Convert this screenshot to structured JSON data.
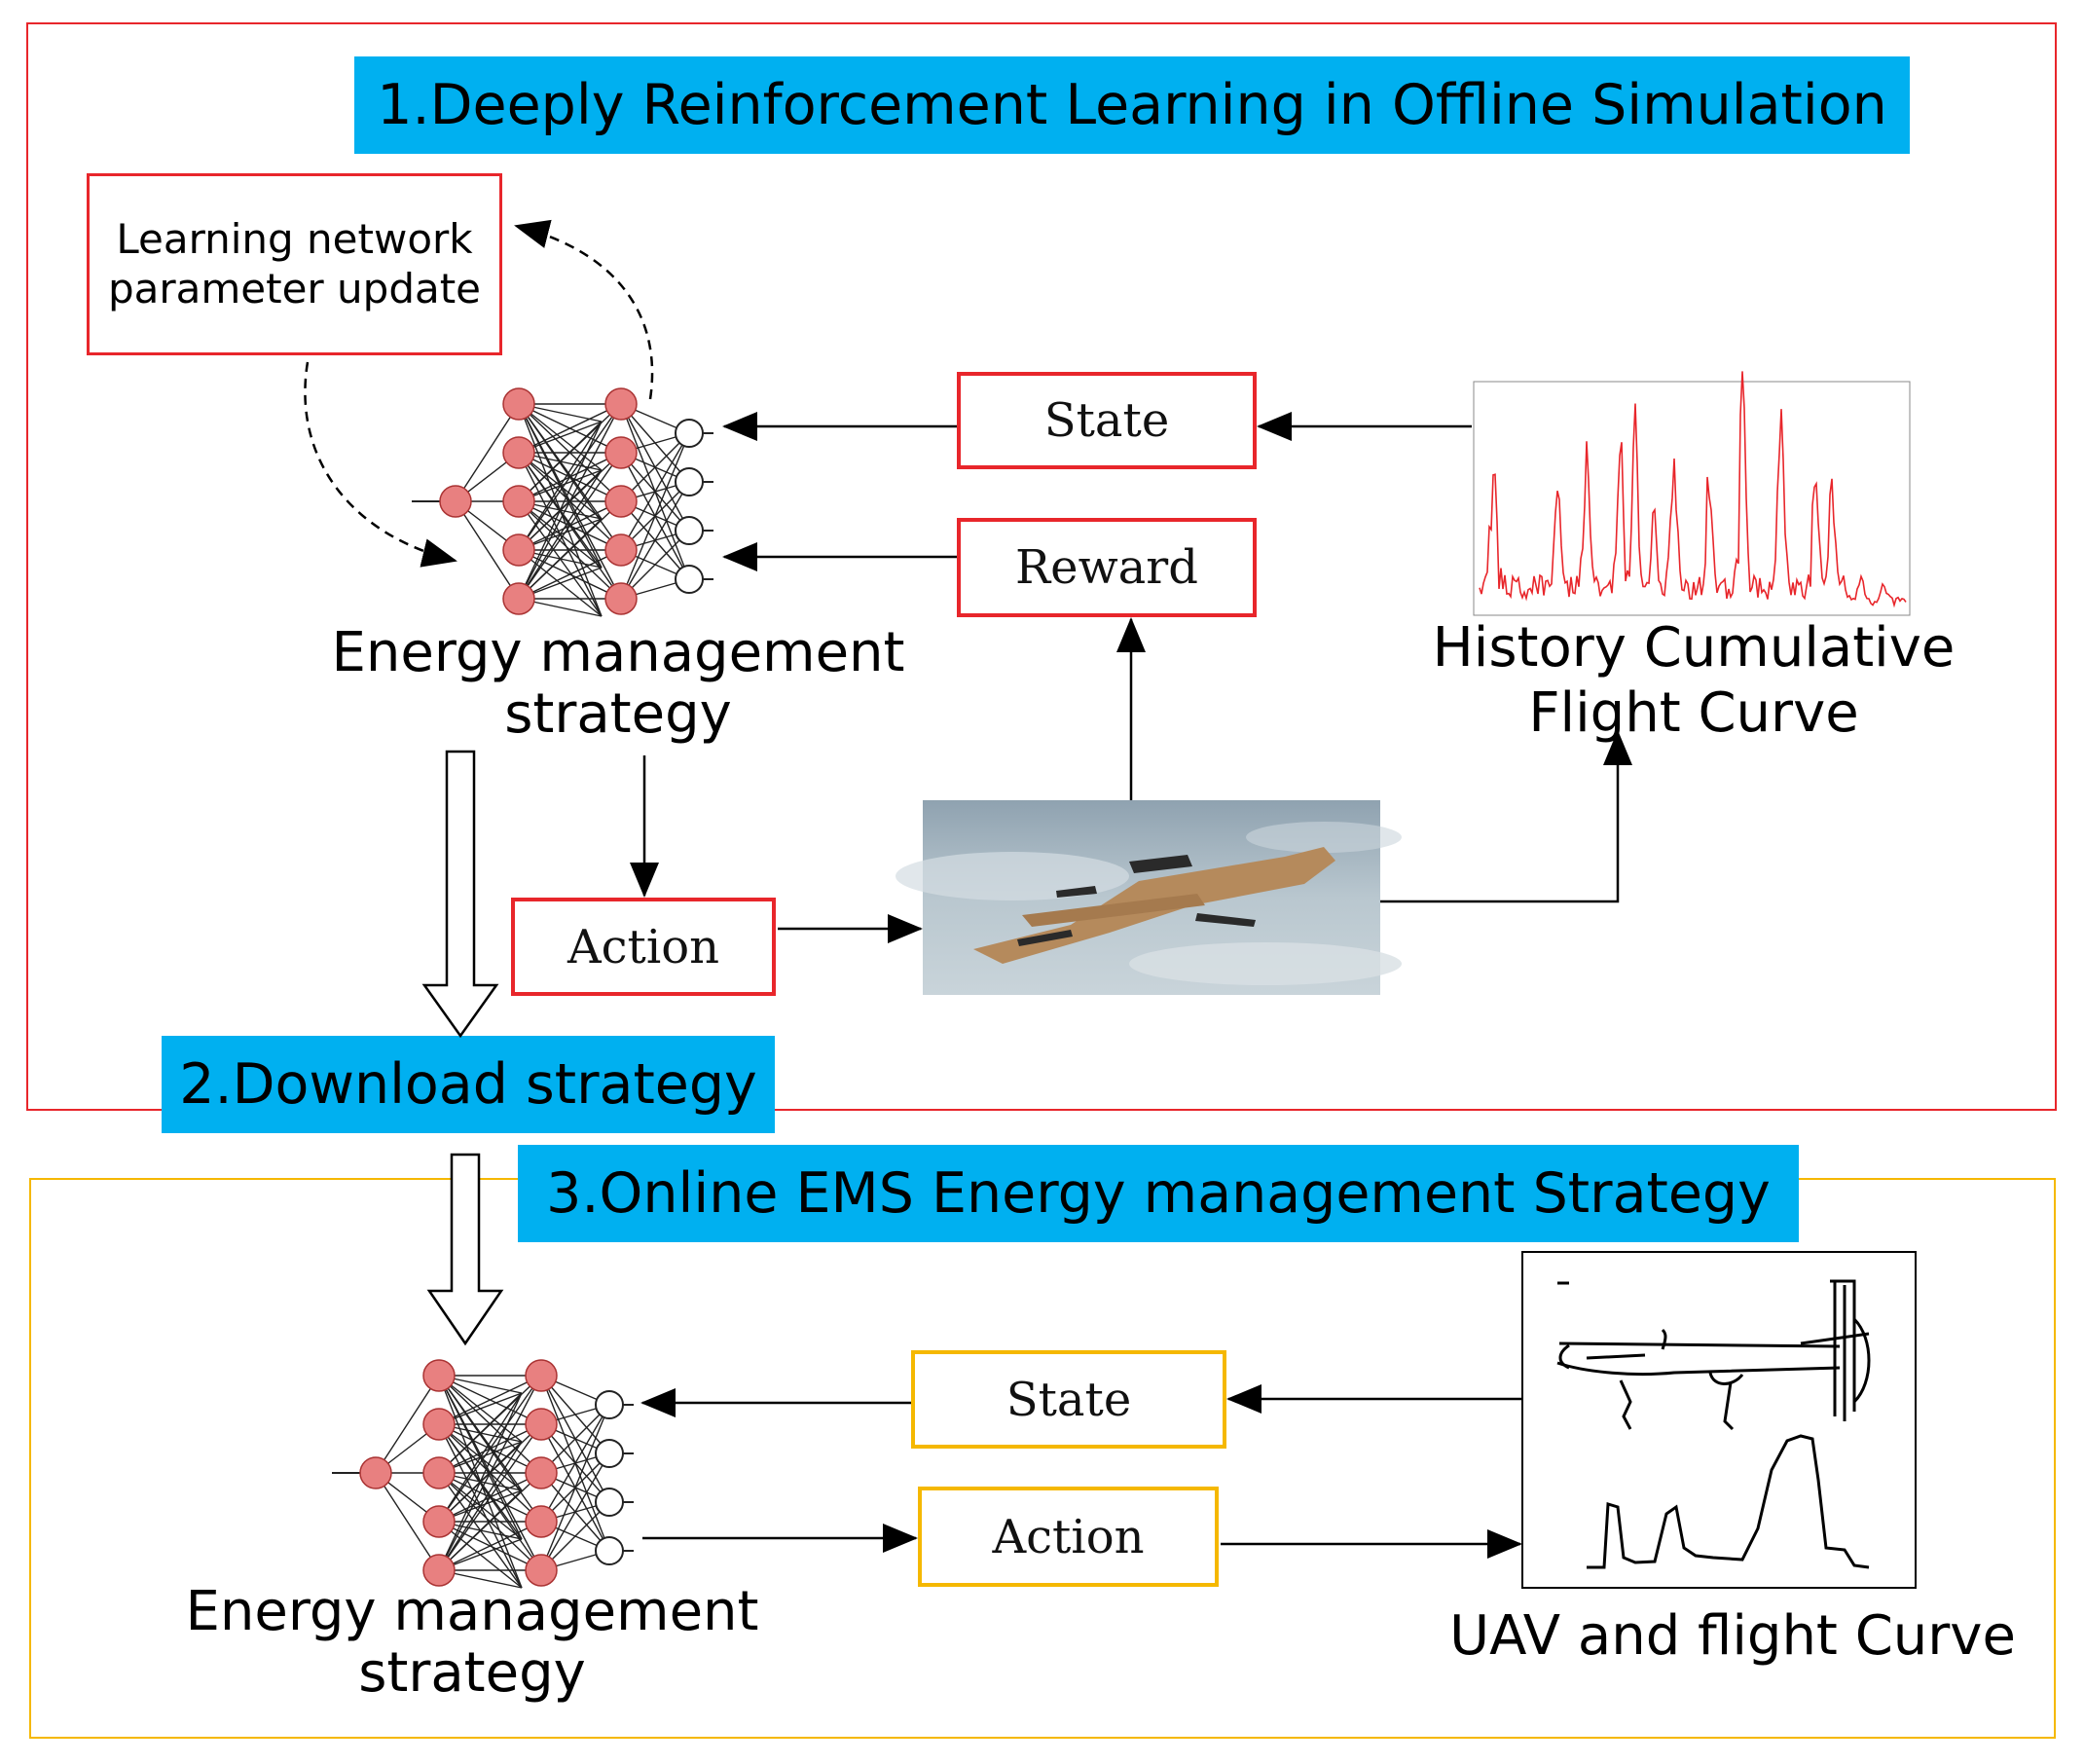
{
  "sections": {
    "offline": {
      "title": "1.Deeply Reinforcement Learning in Offline Simulation",
      "frame_color": "#e8262b"
    },
    "download": {
      "title": "2.Download strategy"
    },
    "online": {
      "title": "3.Online EMS Energy management Strategy",
      "frame_color": "#f5b800"
    }
  },
  "offline": {
    "update_box": {
      "line1": "Learning network",
      "line2": "parameter update"
    },
    "state_label": "State",
    "reward_label": "Reward",
    "action_label": "Action",
    "network_caption": {
      "line1": "Energy management",
      "line2": "strategy"
    },
    "history_caption": {
      "line1": "History Cumulative",
      "line2": "Flight Curve"
    }
  },
  "online": {
    "state_label": "State",
    "action_label": "Action",
    "network_caption": {
      "line1": "Energy management",
      "line2": "strategy"
    },
    "uav_caption": "UAV and flight Curve"
  },
  "colors": {
    "banner": "#00b0f0",
    "red_box": "#e8262b",
    "yellow_box": "#f5b800",
    "neuron": "#e88080",
    "curve": "#e8262b"
  },
  "icons": [
    "neural-network-icon",
    "uav-photo",
    "history-curve-plot",
    "uav-sketch-icon",
    "flight-curve-icon"
  ]
}
